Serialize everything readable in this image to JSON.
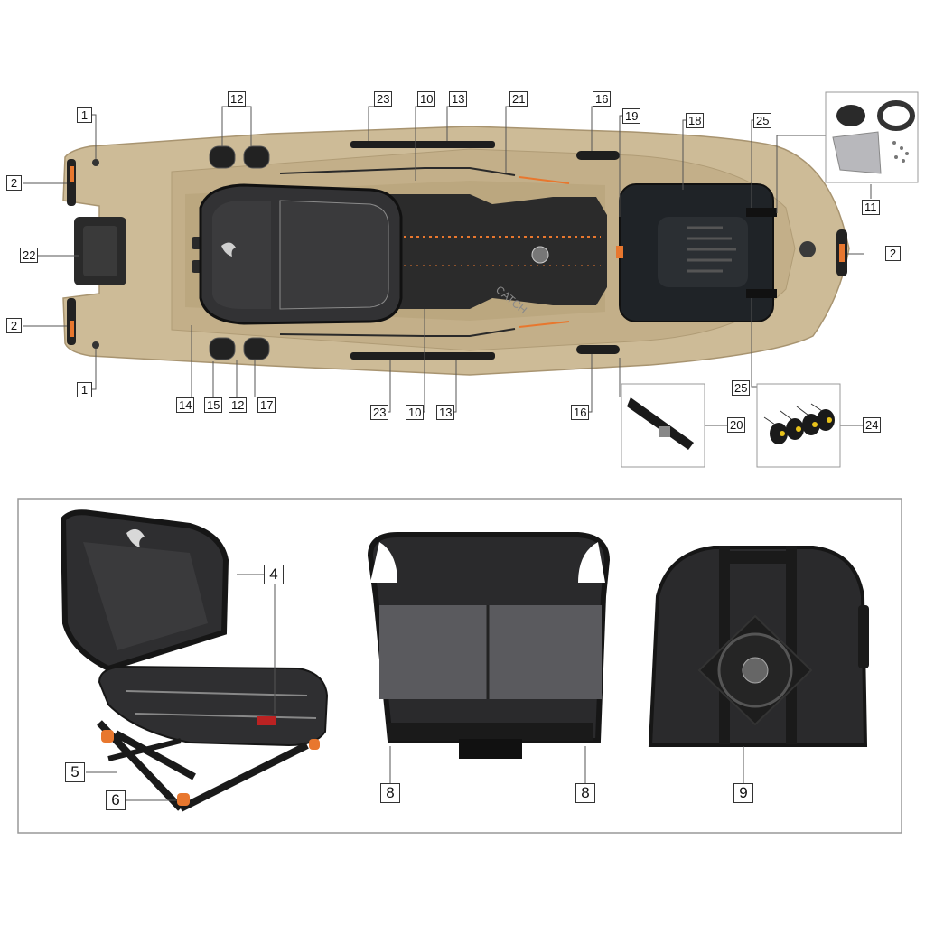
{
  "labels_top": {
    "l1a": "1",
    "l1b": "1",
    "l2a": "2",
    "l2b": "2",
    "l2c": "2",
    "l22": "22",
    "l12a": "12",
    "l12b": "12",
    "l23a": "23",
    "l23b": "23",
    "l10a": "10",
    "l10b": "10",
    "l13a": "13",
    "l13b": "13",
    "l21": "21",
    "l16a": "16",
    "l16b": "16",
    "l19": "19",
    "l18": "18",
    "l25a": "25",
    "l25b": "25",
    "l11": "11",
    "l14": "14",
    "l15": "15",
    "l17": "17",
    "l20": "20",
    "l24": "24"
  },
  "labels_seat": {
    "l4": "4",
    "l5": "5",
    "l6": "6",
    "l8a": "8",
    "l8b": "8",
    "l9": "9"
  },
  "deck_text": "CATCH",
  "colors": {
    "hull": "#cdbb97",
    "hull_dark": "#b39f79",
    "mat": "#2b2b2b",
    "accent": "#e8772e",
    "seat": "#2e2e30",
    "frame": "#1d1d1d"
  }
}
